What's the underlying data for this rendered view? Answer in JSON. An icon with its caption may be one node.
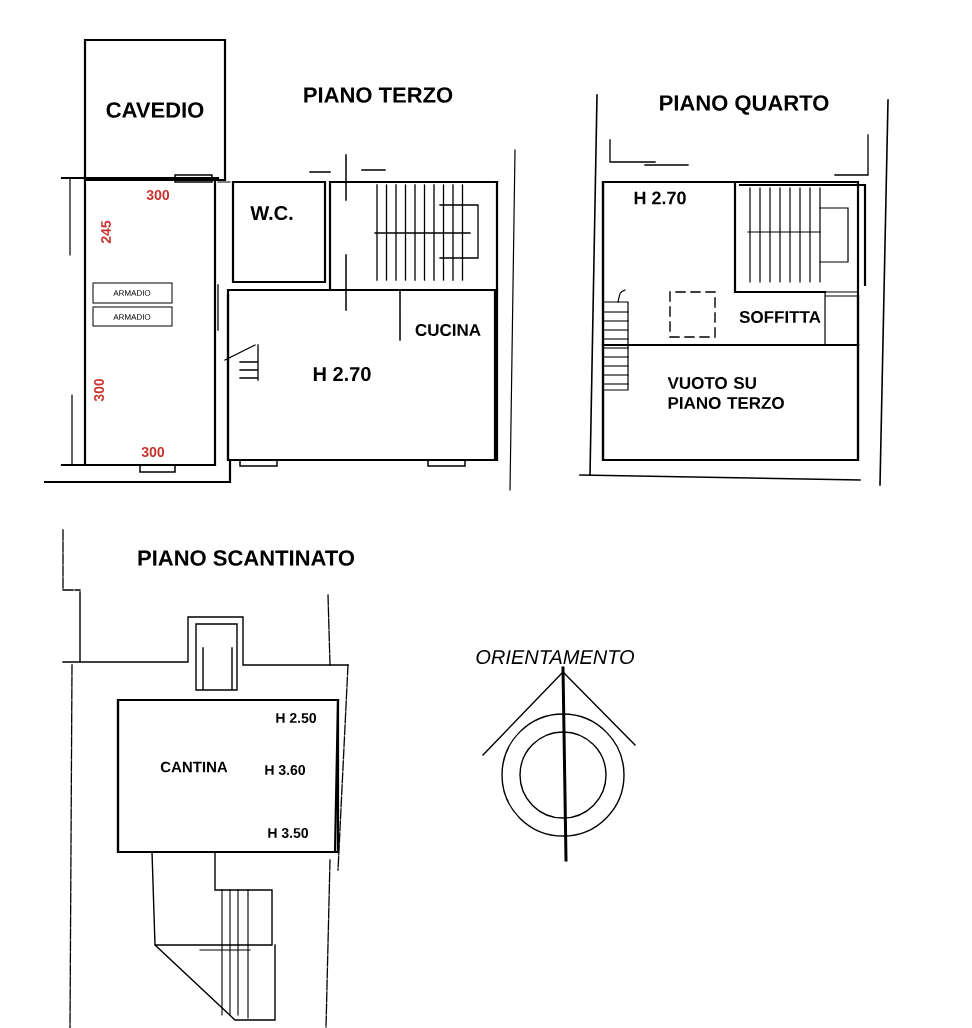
{
  "diagram": {
    "nodes": [
      {
        "text": [
          "CAVEDIO"
        ]
      },
      {
        "text": [
          "ARMADIO"
        ]
      },
      {
        "text": [
          "ARMADIO"
        ]
      },
      {
        "text": [
          "W.C."
        ]
      },
      {
        "text": [
          "CUCINA",
          "H 2.70"
        ]
      },
      {
        "text": [
          "H 2.70",
          "SOFFITTA"
        ]
      },
      {
        "text": [
          "VUOTO SU PIANO TERZO"
        ]
      },
      {
        "text": [
          "CANTINA",
          "H 2.50",
          "H 3.60",
          "H 3.50"
        ]
      }
    ],
    "labels": [
      "PIANO TERZO",
      "300",
      "245",
      "300",
      "300",
      "PIANO QUARTO",
      "PIANO SCANTINATO",
      "ORIENTAMENTO"
    ]
  }
}
